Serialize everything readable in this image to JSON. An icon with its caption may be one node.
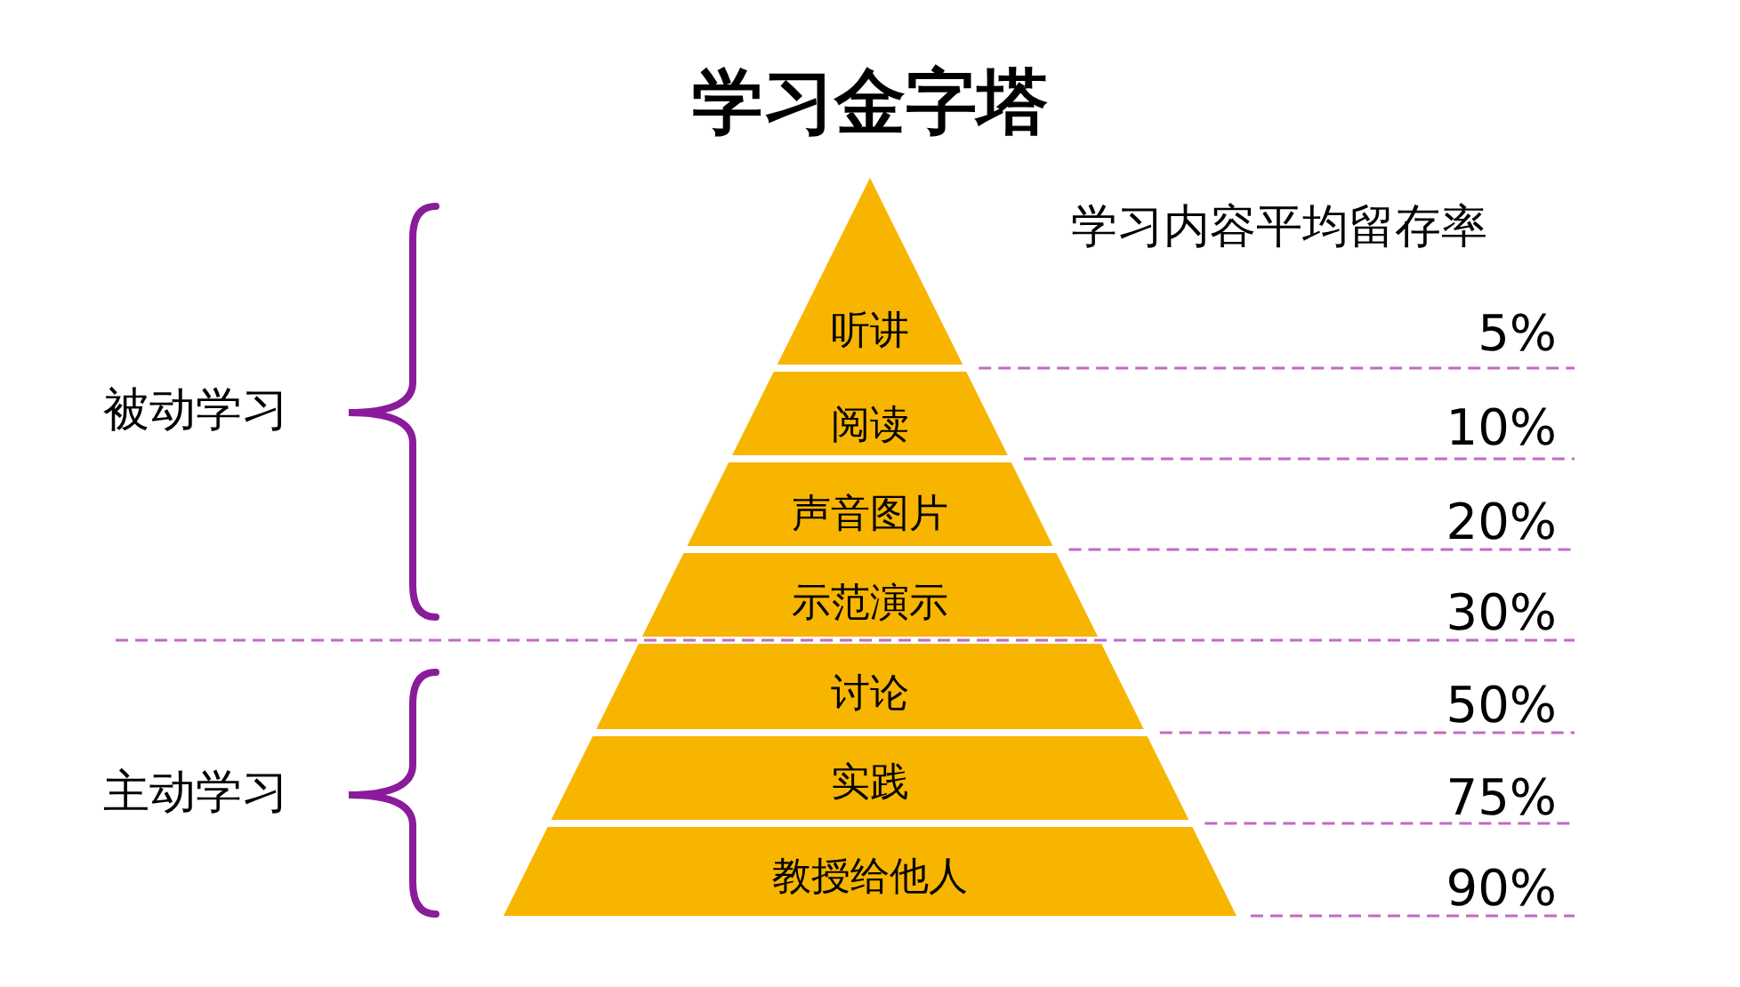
{
  "diagram": {
    "title": "学习金字塔",
    "nodes": [
      {
        "text": [
          "听讲"
        ]
      },
      {
        "text": [
          "阅读"
        ]
      },
      {
        "text": [
          "声音图片"
        ]
      },
      {
        "text": [
          "示范演示"
        ]
      },
      {
        "text": [
          "讨论"
        ]
      },
      {
        "text": [
          "实践"
        ]
      },
      {
        "text": [
          "教授给他人"
        ]
      }
    ],
    "labels": [
      "学习内容平均留存率",
      "5%",
      "被动学习",
      "10%",
      "20%",
      "30%",
      "50%",
      "主动学习",
      "75%",
      "90%"
    ]
  }
}
